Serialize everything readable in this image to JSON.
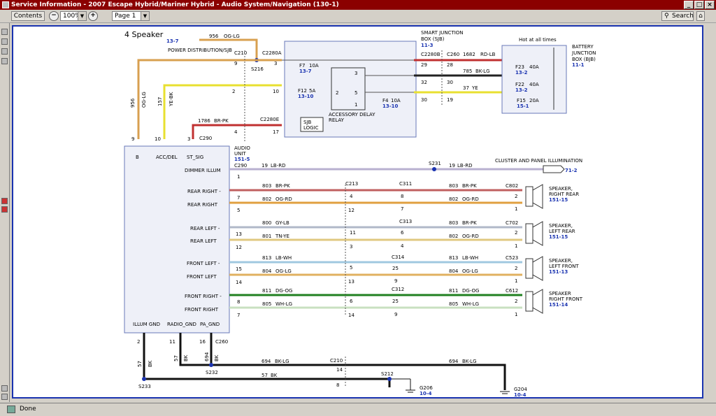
{
  "window": {
    "title": "Service Information - 2007 Escape Hybrid/Mariner Hybrid - Audio System/Navigation (130-1)"
  },
  "toolbar": {
    "contents_label": "Contents",
    "zoom_value": "100%",
    "page_value": "Page 1",
    "search_label": "Search"
  },
  "status": {
    "text": "Done"
  },
  "diagram": {
    "title": "4 Speaker",
    "power_dist": {
      "ref": "13-7",
      "circuit": "956",
      "color": "OG-LG",
      "name": "POWER DISTRIBUTION/SJB"
    },
    "sjb": {
      "name_l1": "SMART JUNCTION",
      "name_l2": "BOX (SJB)",
      "ref": "11-3"
    },
    "bjb": {
      "hot": "Hot at all times",
      "name_l1": "BATTERY",
      "name_l2": "JUNCTION",
      "name_l3": "BOX (BJB)",
      "ref": "11-1"
    },
    "connectors": {
      "c210": "C210",
      "c2280a": "C2280A",
      "c2280b": "C2280B",
      "c260": "C260",
      "c2280e": "C2280E",
      "c290": "C290",
      "c213": "C213",
      "c311": "C311",
      "c313": "C313",
      "c314": "C314",
      "c312": "C312",
      "c802": "C802",
      "c702": "C702",
      "c523": "C523",
      "c612": "C612",
      "c260b": "C260",
      "c210b": "C210"
    },
    "splices": {
      "s216": "S216",
      "s231": "S231",
      "s232": "S232",
      "s233": "S233",
      "s212": "S212"
    },
    "fuses": {
      "f7": "F7",
      "f7a": "10A",
      "f7r": "13-7",
      "f12": "F12",
      "f12a": "5A",
      "f12r": "13-10",
      "f4": "F4",
      "f4a": "10A",
      "f4r": "13-10",
      "f23": "F23",
      "f23a": "40A",
      "f23r": "13-2",
      "f22": "F22",
      "f22a": "40A",
      "f22r": "13-2",
      "f15": "F15",
      "f15a": "20A",
      "f15r": "15-1"
    },
    "relay": {
      "l1": "ACCESSORY DELAY",
      "l2": "RELAY",
      "logic1": "SJB",
      "logic2": "LOGIC"
    },
    "wires": {
      "w1682": "1682",
      "rdlb": "RD-LB",
      "w785": "785",
      "bklg": "BK-LG",
      "w37": "37",
      "ye": "YE",
      "w956": "956",
      "oglg": "OG-LG",
      "w157": "157",
      "yebk": "YE-BK",
      "w1786": "1786",
      "brpk": "BR-PK",
      "w19": "19",
      "lbrd": "LB-RD",
      "w803": "803",
      "w802": "802",
      "ogrd": "OG-RD",
      "w800": "800",
      "gylb": "GY-LB",
      "w801": "801",
      "tnye": "TN-YE",
      "w813": "813",
      "lbwh": "LB-WH",
      "w804": "804",
      "w811": "811",
      "dgog": "DG-OG",
      "w805": "805",
      "whlg": "WH-LG",
      "w57": "57",
      "bk": "BK",
      "w694": "694",
      "w694b": "694"
    },
    "audio": {
      "unit_l1": "AUDIO",
      "unit_l2": "UNIT",
      "unit_ref": "151-5",
      "pin_b": "B",
      "acc": "ACC/DEL",
      "st": "ST_SIG",
      "dimmer": "DIMMER ILLUM",
      "rr_neg": "REAR RIGHT -",
      "rr_pos": "REAR RIGHT",
      "rl_neg": "REAR LEFT -",
      "rl_pos": "REAR LEFT",
      "fl_neg": "FRONT LEFT -",
      "fl_pos": "FRONT LEFT",
      "fr_neg": "FRONT RIGHT -",
      "fr_pos": "FRONT RIGHT",
      "illum_gnd": "ILLUM GND",
      "radio_gnd": "RADIO_GND",
      "pa_gnd": "PA_GND"
    },
    "cluster": {
      "label": "CLUSTER AND PANEL ILLUMINATION",
      "ref": "71-2"
    },
    "speakers": {
      "rr_l1": "SPEAKER,",
      "rr_l2": "RIGHT REAR",
      "rr_ref": "151-15",
      "lr_l1": "SPEAKER,",
      "lr_l2": "LEFT REAR",
      "lr_ref": "151-15",
      "lf_l1": "SPEAKER,",
      "lf_l2": "LEFT FRONT",
      "lf_ref": "151-13",
      "rf_l1": "SPEAKER",
      "rf_l2": "RIGHT FRONT",
      "rf_ref": "151-14"
    },
    "grounds": {
      "g206": "G206",
      "g206r": "10-4",
      "g204": "G204",
      "g204r": "10-4"
    },
    "pins": {
      "p9": "9",
      "p3": "3",
      "p2": "2",
      "p10": "10",
      "p4": "4",
      "p17": "17",
      "p29": "29",
      "p28": "28",
      "p32": "32",
      "p30": "30",
      "p19": "19",
      "p30b": "30",
      "a9": "9",
      "a10": "10",
      "a3": "3",
      "a1": "1",
      "a7": "7",
      "a5": "5",
      "a13": "13",
      "a12": "12",
      "a15": "15",
      "a14": "14",
      "a8": "8",
      "a7b": "7",
      "b4": "4",
      "b12": "12",
      "b11": "11",
      "b3": "3",
      "b5": "5",
      "b13": "13",
      "b6": "6",
      "b14": "14",
      "c8": "8",
      "c7": "7",
      "c6": "6",
      "c4": "4",
      "c25": "25",
      "c9": "9",
      "c25b": "25",
      "c9b": "9",
      "s2": "2",
      "s1": "1",
      "s2b": "2",
      "s1b": "1",
      "s2c": "2",
      "s1c": "1",
      "s2d": "2",
      "s1d": "1",
      "g2": "2",
      "g11": "11",
      "g16": "16",
      "g14": "14",
      "g8": "8",
      "r1": "1",
      "r2": "2",
      "r3": "3",
      "r5": "5"
    }
  }
}
